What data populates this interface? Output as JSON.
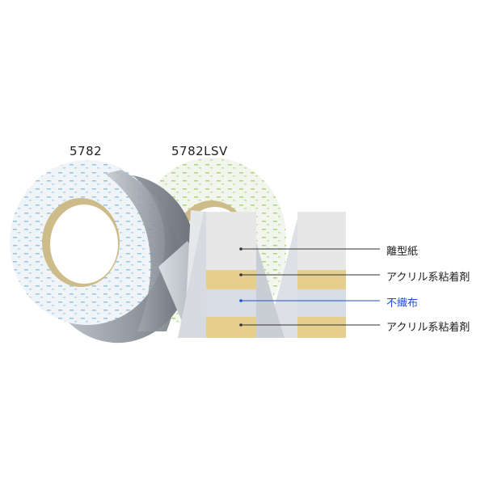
{
  "products": {
    "left": "5782",
    "right": "5782LSV"
  },
  "layers": [
    {
      "label": "離型紙",
      "color": "#222222"
    },
    {
      "label": "アクリル系粘着剤",
      "color": "#222222"
    },
    {
      "label": "不織布",
      "color": "#1f4fd6"
    },
    {
      "label": "アクリル系粘着剤",
      "color": "#222222"
    }
  ]
}
